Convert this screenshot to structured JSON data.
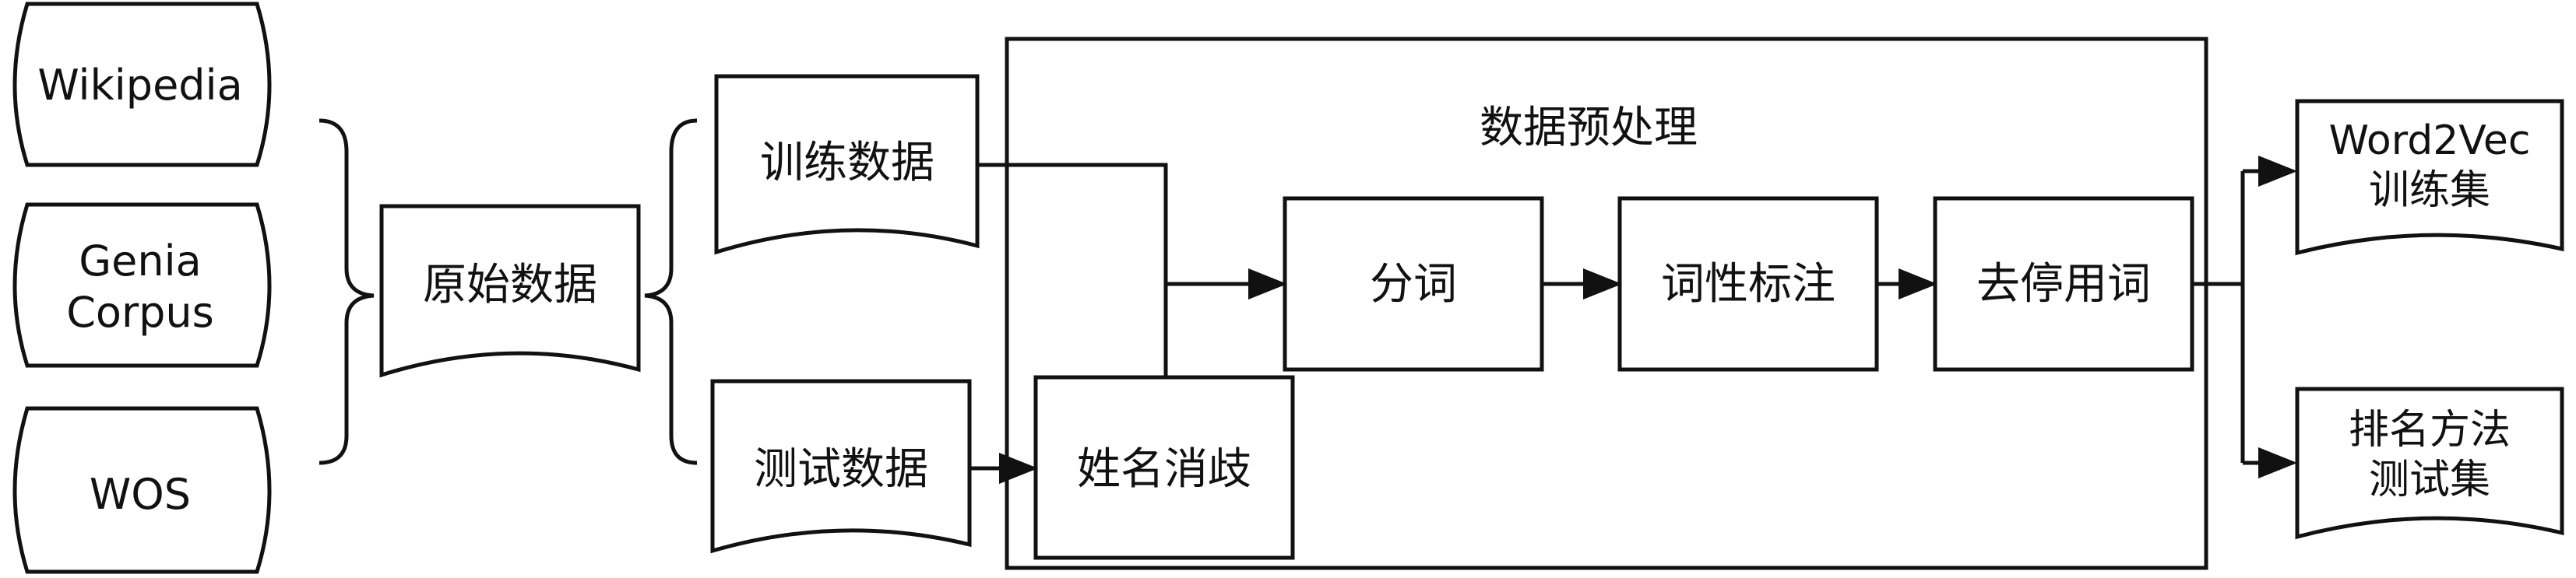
{
  "sources": [
    "Wikipedia",
    [
      "Genia",
      "Corpus"
    ],
    "WOS"
  ],
  "raw_data": "原始数据",
  "train_data": "训练数据",
  "test_data": "测试数据",
  "preprocess_title": "数据预处理",
  "steps": [
    "分词",
    "词性标注",
    "去停用词"
  ],
  "name_disambiguation": "姓名消歧",
  "outputs": [
    [
      "Word2Vec",
      "训练集"
    ],
    [
      "排名方法",
      "测试集"
    ]
  ]
}
